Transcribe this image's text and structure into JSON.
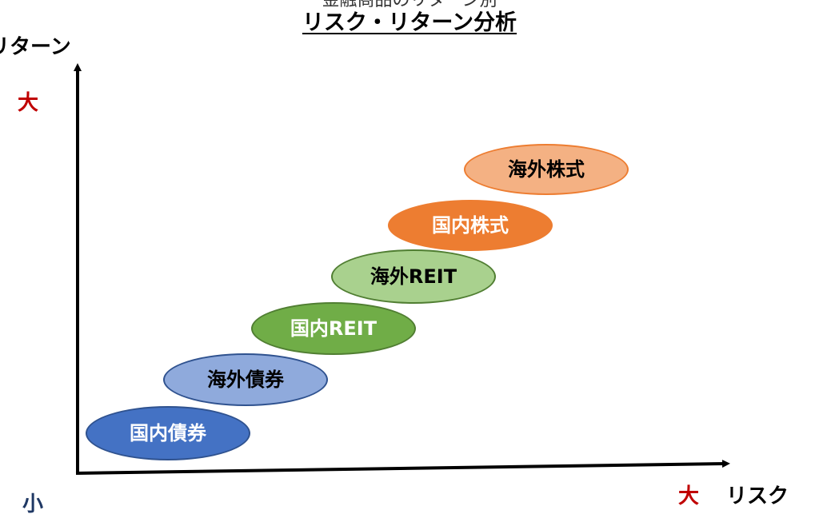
{
  "header": {
    "subtitle": "金融商品のリターン別",
    "title": "リスク・リターン分析"
  },
  "axes": {
    "y_label": "リターン",
    "y_high": "大",
    "x_label": "リスク",
    "x_high": "大",
    "origin_low": "小"
  },
  "assets": [
    {
      "label": "国内債券",
      "fill": "#4472c4"
    },
    {
      "label": "海外債券",
      "fill": "#8faadc"
    },
    {
      "label": "国内REIT",
      "fill": "#70ad47"
    },
    {
      "label": "海外REIT",
      "fill": "#a9d18e"
    },
    {
      "label": "国内株式",
      "fill": "#ed7d31"
    },
    {
      "label": "海外株式",
      "fill": "#f4b183"
    }
  ],
  "colors": {
    "accent_high": "#c00000",
    "accent_low": "#1f3864"
  }
}
